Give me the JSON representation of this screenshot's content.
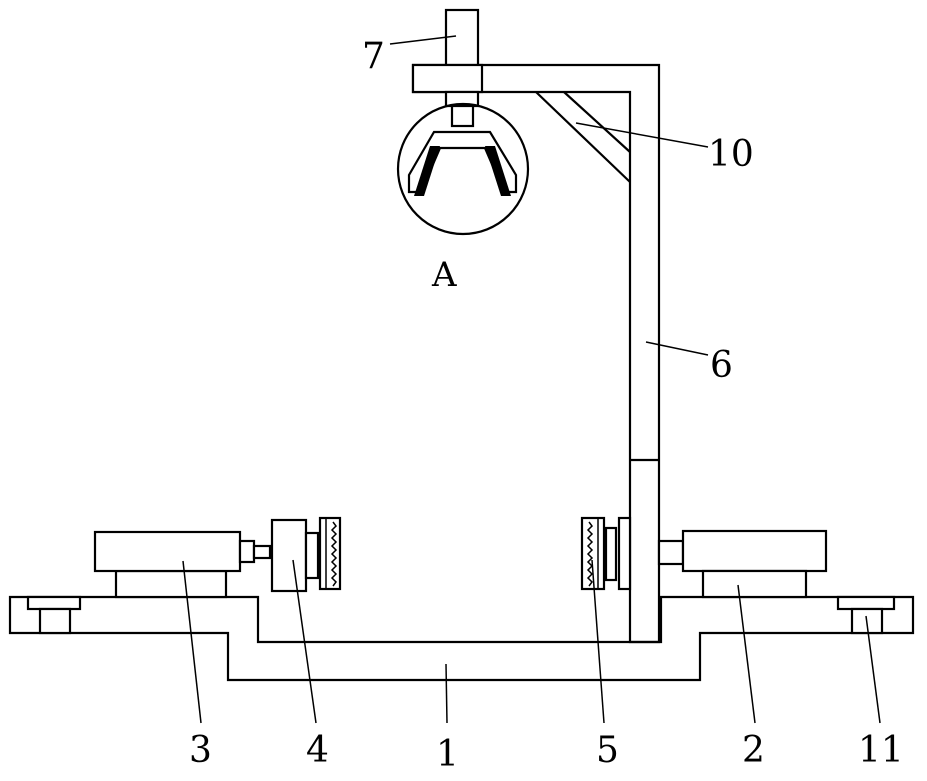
{
  "labels": {
    "base": "1",
    "right_motor": "2",
    "left_motor": "3",
    "left_coupling": "4",
    "right_clamp": "5",
    "column": "6",
    "top_part": "7",
    "brace": "10",
    "foot": "11",
    "detail": "A"
  }
}
